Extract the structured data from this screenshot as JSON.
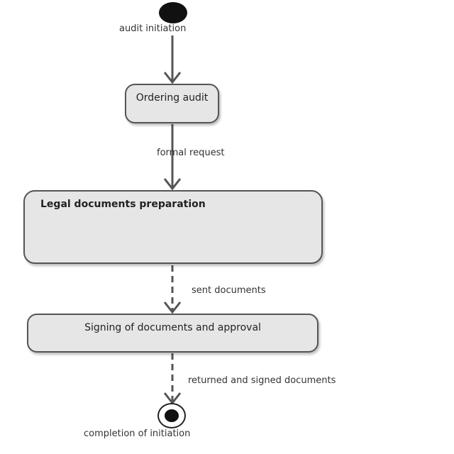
{
  "diagram": {
    "start_label": "audit initiation",
    "nodes": [
      {
        "id": "ordering",
        "text": "Ordering audit"
      },
      {
        "id": "legal",
        "text": "Legal documents preparation"
      },
      {
        "id": "signing",
        "text": "Signing of documents and approval"
      }
    ],
    "edges": [
      {
        "from": "start",
        "to": "ordering",
        "label": ""
      },
      {
        "from": "ordering",
        "to": "legal",
        "label": "formal request"
      },
      {
        "from": "legal",
        "to": "signing",
        "label": "sent documents"
      },
      {
        "from": "signing",
        "to": "end",
        "label": "returned and signed documents"
      }
    ],
    "end_label": "completion of initiation"
  }
}
